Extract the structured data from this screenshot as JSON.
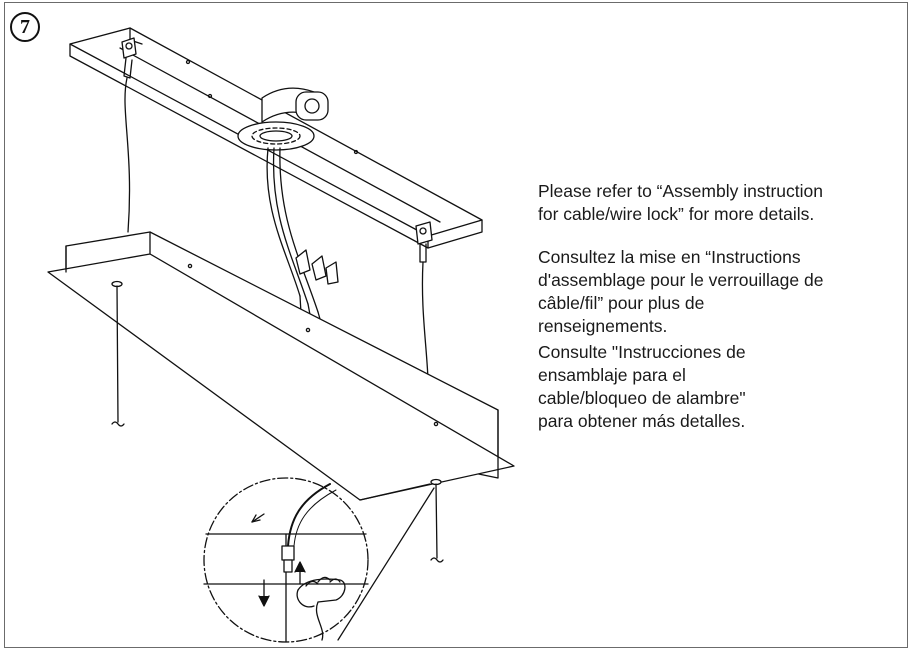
{
  "step": {
    "number": "7"
  },
  "notes": {
    "english": "Please refer to “Assembly instruction\nfor cable/wire lock” for more details.",
    "french": "Consultez la mise en “Instructions\nd'assemblage pour le verrouillage  de\ncâble/fil” pour plus de\nrenseignements.",
    "spanish": "Consulte \"Instrucciones de\nensamblaje para el\ncable/bloqueo de alambre\"\npara obtener más detalles."
  },
  "colors": {
    "line": "#111111",
    "frame": "#6b6b6b",
    "text": "#1a1a1a"
  }
}
